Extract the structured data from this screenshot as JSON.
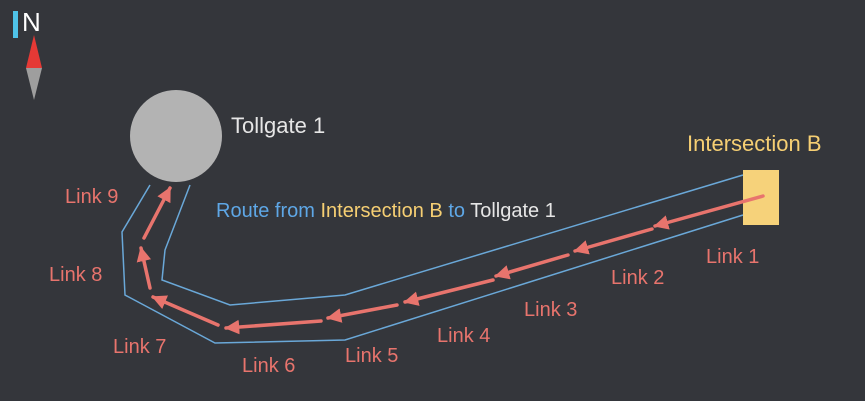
{
  "colors": {
    "background": "#34363b",
    "link_arrow": "#e8746d",
    "route_outline": "#6aa8d8",
    "tollgate_fill": "#b3b3b3",
    "intersection_fill": "#f6d27a",
    "intersection_text": "#f6cf73",
    "caption_blue": "#5ea7e6",
    "caption_white": "#e6e6e6"
  },
  "compass": {
    "letter": "N",
    "icon": "north-arrow-icon"
  },
  "tollgate": {
    "label": "Tollgate 1"
  },
  "intersection": {
    "label": "Intersection B"
  },
  "route_caption": {
    "part1": "Route from ",
    "part2": "Intersection B",
    "part3": " to ",
    "part4": "Tollgate 1"
  },
  "links": [
    {
      "label": "Link 1"
    },
    {
      "label": "Link 2"
    },
    {
      "label": "Link 3"
    },
    {
      "label": "Link 4"
    },
    {
      "label": "Link 5"
    },
    {
      "label": "Link 6"
    },
    {
      "label": "Link 7"
    },
    {
      "label": "Link 8"
    },
    {
      "label": "Link 9"
    }
  ]
}
